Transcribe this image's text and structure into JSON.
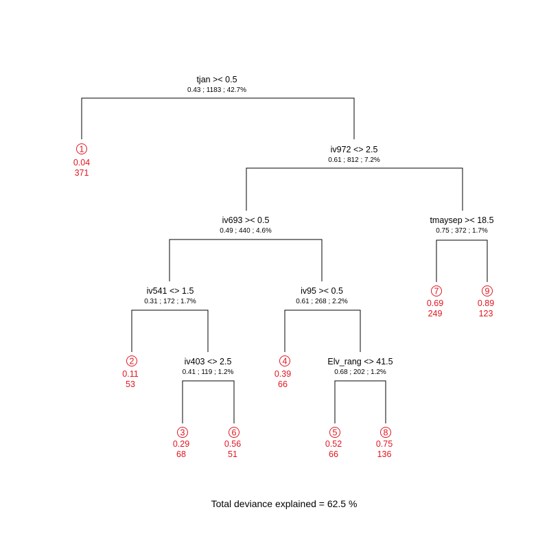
{
  "colors": {
    "split_text": "#000000",
    "leaf_text": "#e0141e",
    "line": "#000000"
  },
  "splits": {
    "tjan": {
      "label": "tjan >< 0.5",
      "stats": "0.43 ; 1183 ; 42.7%"
    },
    "iv972": {
      "label": "iv972 <> 2.5",
      "stats": "0.61 ; 812 ; 7.2%"
    },
    "iv693": {
      "label": "iv693 >< 0.5",
      "stats": "0.49 ; 440 ; 4.6%"
    },
    "tmaysep": {
      "label": "tmaysep >< 18.5",
      "stats": "0.75 ; 372 ; 1.7%"
    },
    "iv541": {
      "label": "iv541 <> 1.5",
      "stats": "0.31 ; 172 ; 1.7%"
    },
    "iv95": {
      "label": "iv95 >< 0.5",
      "stats": "0.61 ; 268 ; 2.2%"
    },
    "iv403": {
      "label": "iv403 <> 2.5",
      "stats": "0.41 ; 119 ; 1.2%"
    },
    "elv_rang": {
      "label": "Elv_rang <> 41.5",
      "stats": "0.68 ; 202 ; 1.2%"
    }
  },
  "leaves": {
    "l1": {
      "id": "1",
      "value": "0.04",
      "count": "371"
    },
    "l2": {
      "id": "2",
      "value": "0.11",
      "count": "53"
    },
    "l3": {
      "id": "3",
      "value": "0.29",
      "count": "68"
    },
    "l4": {
      "id": "4",
      "value": "0.39",
      "count": "66"
    },
    "l5": {
      "id": "5",
      "value": "0.52",
      "count": "66"
    },
    "l6": {
      "id": "6",
      "value": "0.56",
      "count": "51"
    },
    "l7": {
      "id": "7",
      "value": "0.69",
      "count": "249"
    },
    "l8": {
      "id": "8",
      "value": "0.75",
      "count": "136"
    },
    "l9": {
      "id": "9",
      "value": "0.89",
      "count": "123"
    }
  },
  "footer": "Total deviance explained = 62.5 %"
}
